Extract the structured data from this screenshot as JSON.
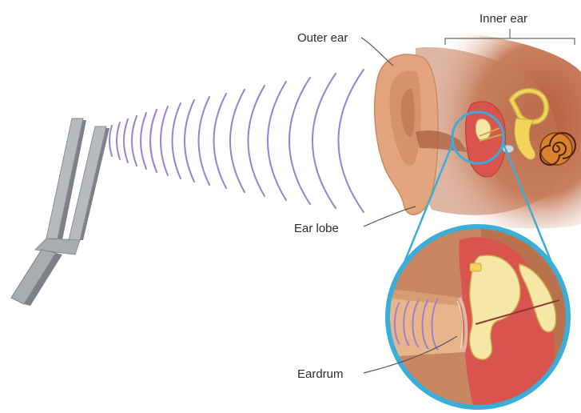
{
  "labels": {
    "inner_ear": "Inner ear",
    "outer_ear": "Outer ear",
    "ear_lobe": "Ear lobe",
    "eardrum": "Eardrum"
  },
  "colors": {
    "sound_wave": "#9b7fd0",
    "skin": "#e8b48a",
    "head_gradient": "#c1704b",
    "canal": "#c9805f",
    "middle_ear_red": "#d9534f",
    "ossicle_yellow": "#f6e7a6",
    "cochlea_orange": "#d9822b",
    "magnifier_ring": "#3aaed8",
    "tuning_fork": "#a9acb1",
    "leader_line": "#555555"
  },
  "icons": {
    "source": "tuning-fork-icon",
    "waves": "sound-wave-icon",
    "ear": "ear-icon",
    "zoom": "magnifier-icon"
  }
}
